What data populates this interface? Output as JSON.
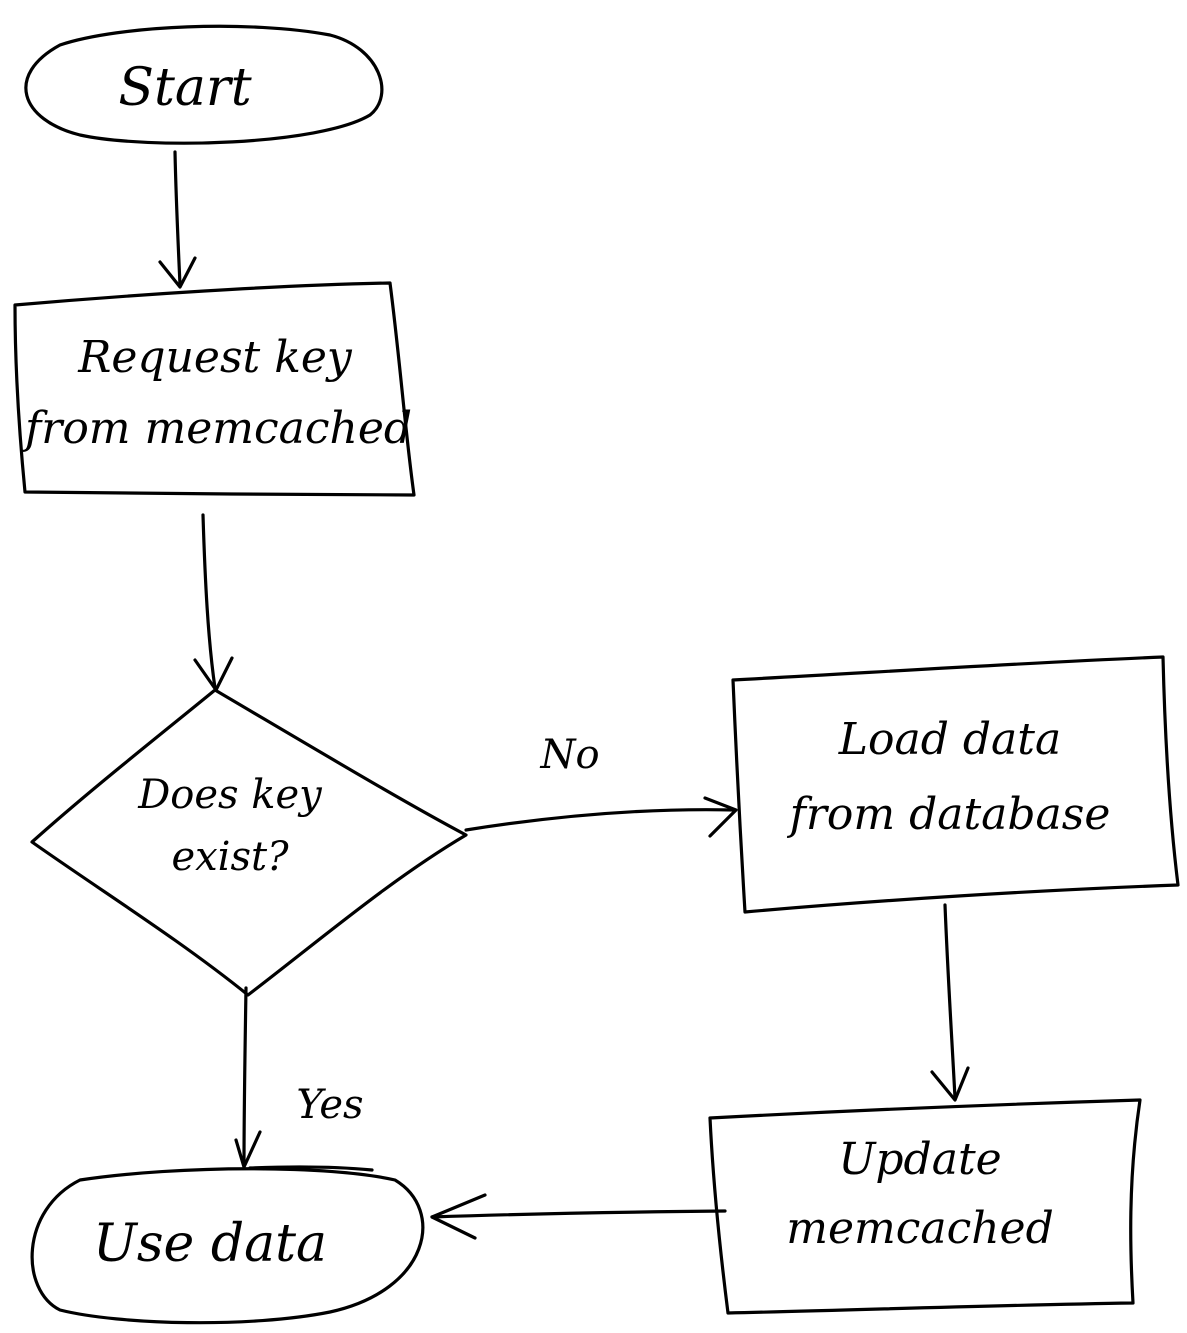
{
  "colors": {
    "ink": "#000000",
    "paper": "#ffffff"
  },
  "nodes": {
    "start": {
      "text": "Start"
    },
    "request": {
      "line1": "Request key",
      "line2": "from memcached"
    },
    "decision": {
      "line1": "Does key",
      "line2": "exist?"
    },
    "load": {
      "line1": "Load data",
      "line2": "from database"
    },
    "update": {
      "line1": "Update",
      "line2": "memcached"
    },
    "use": {
      "text": "Use data"
    }
  },
  "edges": {
    "no": "No",
    "yes": "Yes"
  }
}
